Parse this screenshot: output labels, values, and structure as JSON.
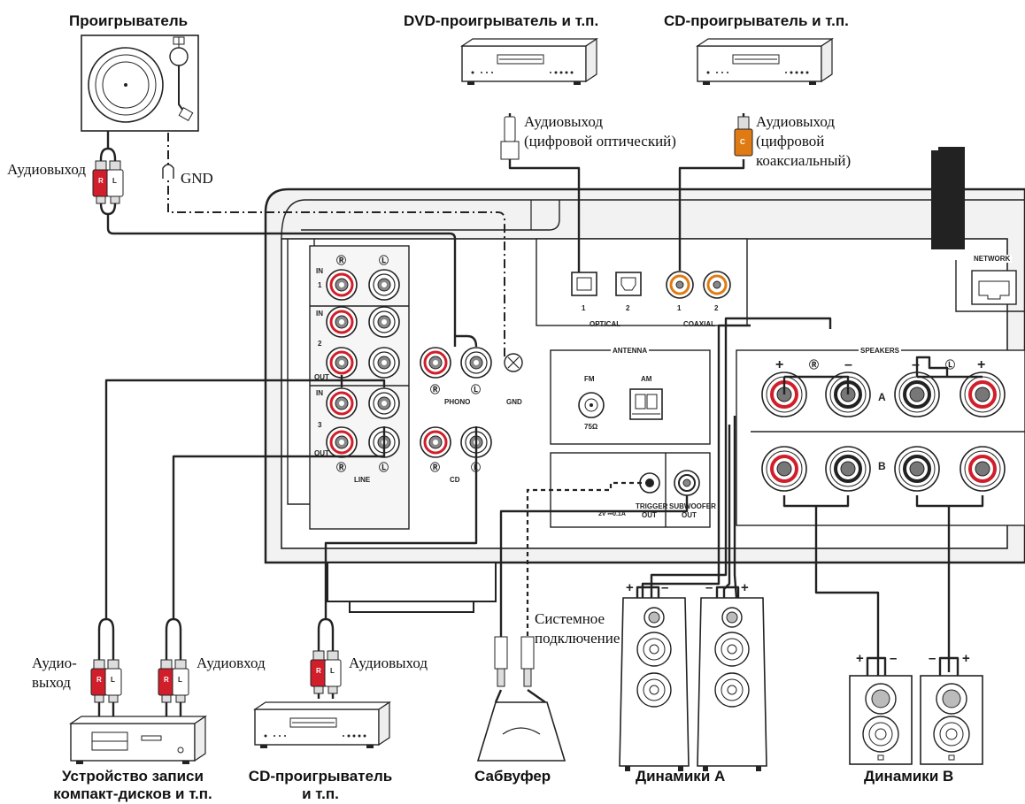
{
  "titles": {
    "turntable": "Проигрыватель",
    "dvd": "DVD-проигрыватель и т.п.",
    "cd_top": "CD-проигрыватель и т.п.",
    "recorder_1": "Устройство записи",
    "recorder_2": "компакт-дисков и т.п.",
    "cd_bottom_1": "CD-проигрыватель",
    "cd_bottom_2": "и т.п.",
    "subwoofer": "Сабвуфер",
    "speakers_a": "Динамики A",
    "speakers_b": "Динамики B"
  },
  "notes": {
    "turntable_out": "Аудиовыход",
    "gnd": "GND",
    "optical_1": "Аудиовыход",
    "optical_2": "(цифровой оптический)",
    "coax_1": "Аудиовыход",
    "coax_2": "(цифровой",
    "coax_3": "коаксиальный)",
    "system_1": "Системное",
    "system_2": "подключение",
    "rec_out_1": "Аудио-",
    "rec_out_2": "выход",
    "rec_in": "Аудиовход",
    "cd_out": "Аудиовыход"
  },
  "panel": {
    "r": "Ⓡ",
    "l": "Ⓛ",
    "in": "IN",
    "out": "OUT",
    "n1": "1",
    "n2": "2",
    "n3": "3",
    "line": "LINE",
    "phono": "PHONO",
    "gnd": "GND",
    "cd": "CD",
    "optical": "OPTICAL",
    "coaxial": "COAXIAL",
    "antenna": "ANTENNA",
    "fm": "FM",
    "am": "AM",
    "ohm": "75Ω",
    "trigger": "TRIGGER",
    "trigger_out": "OUT",
    "volt": "2V ⎓0.1A",
    "sub": "SUBWOOFER",
    "sub_out": "OUT",
    "speakers": "SPEAKERS",
    "a": "A",
    "b": "B",
    "network": "NETWORK",
    "plus": "+",
    "minus": "–"
  },
  "plugs": {
    "r": "R",
    "l": "L",
    "c": "C"
  },
  "colors": {
    "red": "#d11e2b",
    "orange": "#e07b14",
    "panel": "#f2f2f2"
  }
}
